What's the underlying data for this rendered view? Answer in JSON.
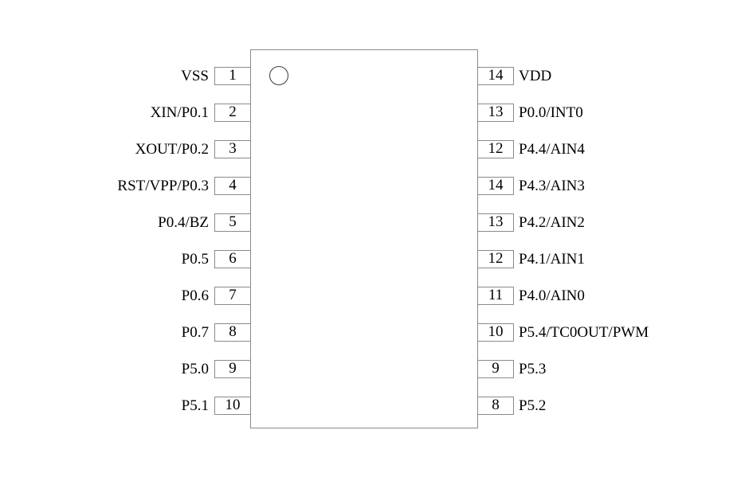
{
  "diagram": {
    "kind": "ic-pinout-diagram",
    "package_outline": "rectangular-dip-body",
    "orientation_marker": "pin-1-circle-notch",
    "background_color": "#ffffff",
    "line_color": "#8a8a8a",
    "text_color": "#000000"
  },
  "pins": {
    "left": [
      {
        "number": "1",
        "label": "VSS"
      },
      {
        "number": "2",
        "label": "XIN/P0.1"
      },
      {
        "number": "3",
        "label": "XOUT/P0.2"
      },
      {
        "number": "4",
        "label": "RST/VPP/P0.3"
      },
      {
        "number": "5",
        "label": "P0.4/BZ"
      },
      {
        "number": "6",
        "label": "P0.5"
      },
      {
        "number": "7",
        "label": "P0.6"
      },
      {
        "number": "8",
        "label": "P0.7"
      },
      {
        "number": "9",
        "label": "P5.0"
      },
      {
        "number": "10",
        "label": "P5.1"
      }
    ],
    "right": [
      {
        "number": "14",
        "label": "VDD"
      },
      {
        "number": "13",
        "label": "P0.0/INT0"
      },
      {
        "number": "12",
        "label": "P4.4/AIN4"
      },
      {
        "number": "14",
        "label": "P4.3/AIN3"
      },
      {
        "number": "13",
        "label": "P4.2/AIN2"
      },
      {
        "number": "12",
        "label": "P4.1/AIN1"
      },
      {
        "number": "11",
        "label": "P4.0/AIN0"
      },
      {
        "number": "10",
        "label": "P5.4/TC0OUT/PWM"
      },
      {
        "number": "9",
        "label": "P5.3"
      },
      {
        "number": "8",
        "label": "P5.2"
      }
    ]
  }
}
